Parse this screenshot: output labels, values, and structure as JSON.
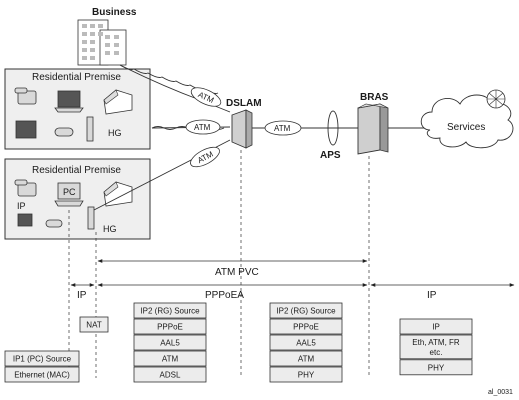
{
  "labels": {
    "business": "Business",
    "residential_top": "Residential Premise",
    "residential_bottom": "Residential Premise",
    "hg_top": "HG",
    "hg_bottom": "HG",
    "pc": "PC",
    "ip_small": "IP",
    "dslam": "DSLAM",
    "bras": "BRAS",
    "aps": "APS",
    "services": "Services",
    "atm_business": "ATM",
    "atm_top": "ATM",
    "atm_bottom": "ATM",
    "atm_dslam_bras": "ATM",
    "atm_pvc": "ATM PVC",
    "ip_left": "IP",
    "pppoea": "PPPoEA",
    "ip_right": "IP",
    "figure_id": "al_0031"
  },
  "stacks": {
    "pc": [
      "IP1 (PC) Source",
      "Ethernet (MAC)"
    ],
    "nat": [
      "NAT"
    ],
    "rg_source_1": [
      "IP2 (RG) Source",
      "PPPoE",
      "AAL5",
      "ATM",
      "ADSL"
    ],
    "rg_source_2": [
      "IP2 (RG) Source",
      "PPPoE",
      "AAL5",
      "ATM",
      "PHY"
    ],
    "bras_side": [
      "IP",
      "Eth, ATM, FR|etc.",
      "PHY"
    ]
  },
  "colors": {
    "line": "#222222",
    "box_fill": "#ececec",
    "premise_fill": "#efefef",
    "device_fill": "#d9d9d9"
  }
}
